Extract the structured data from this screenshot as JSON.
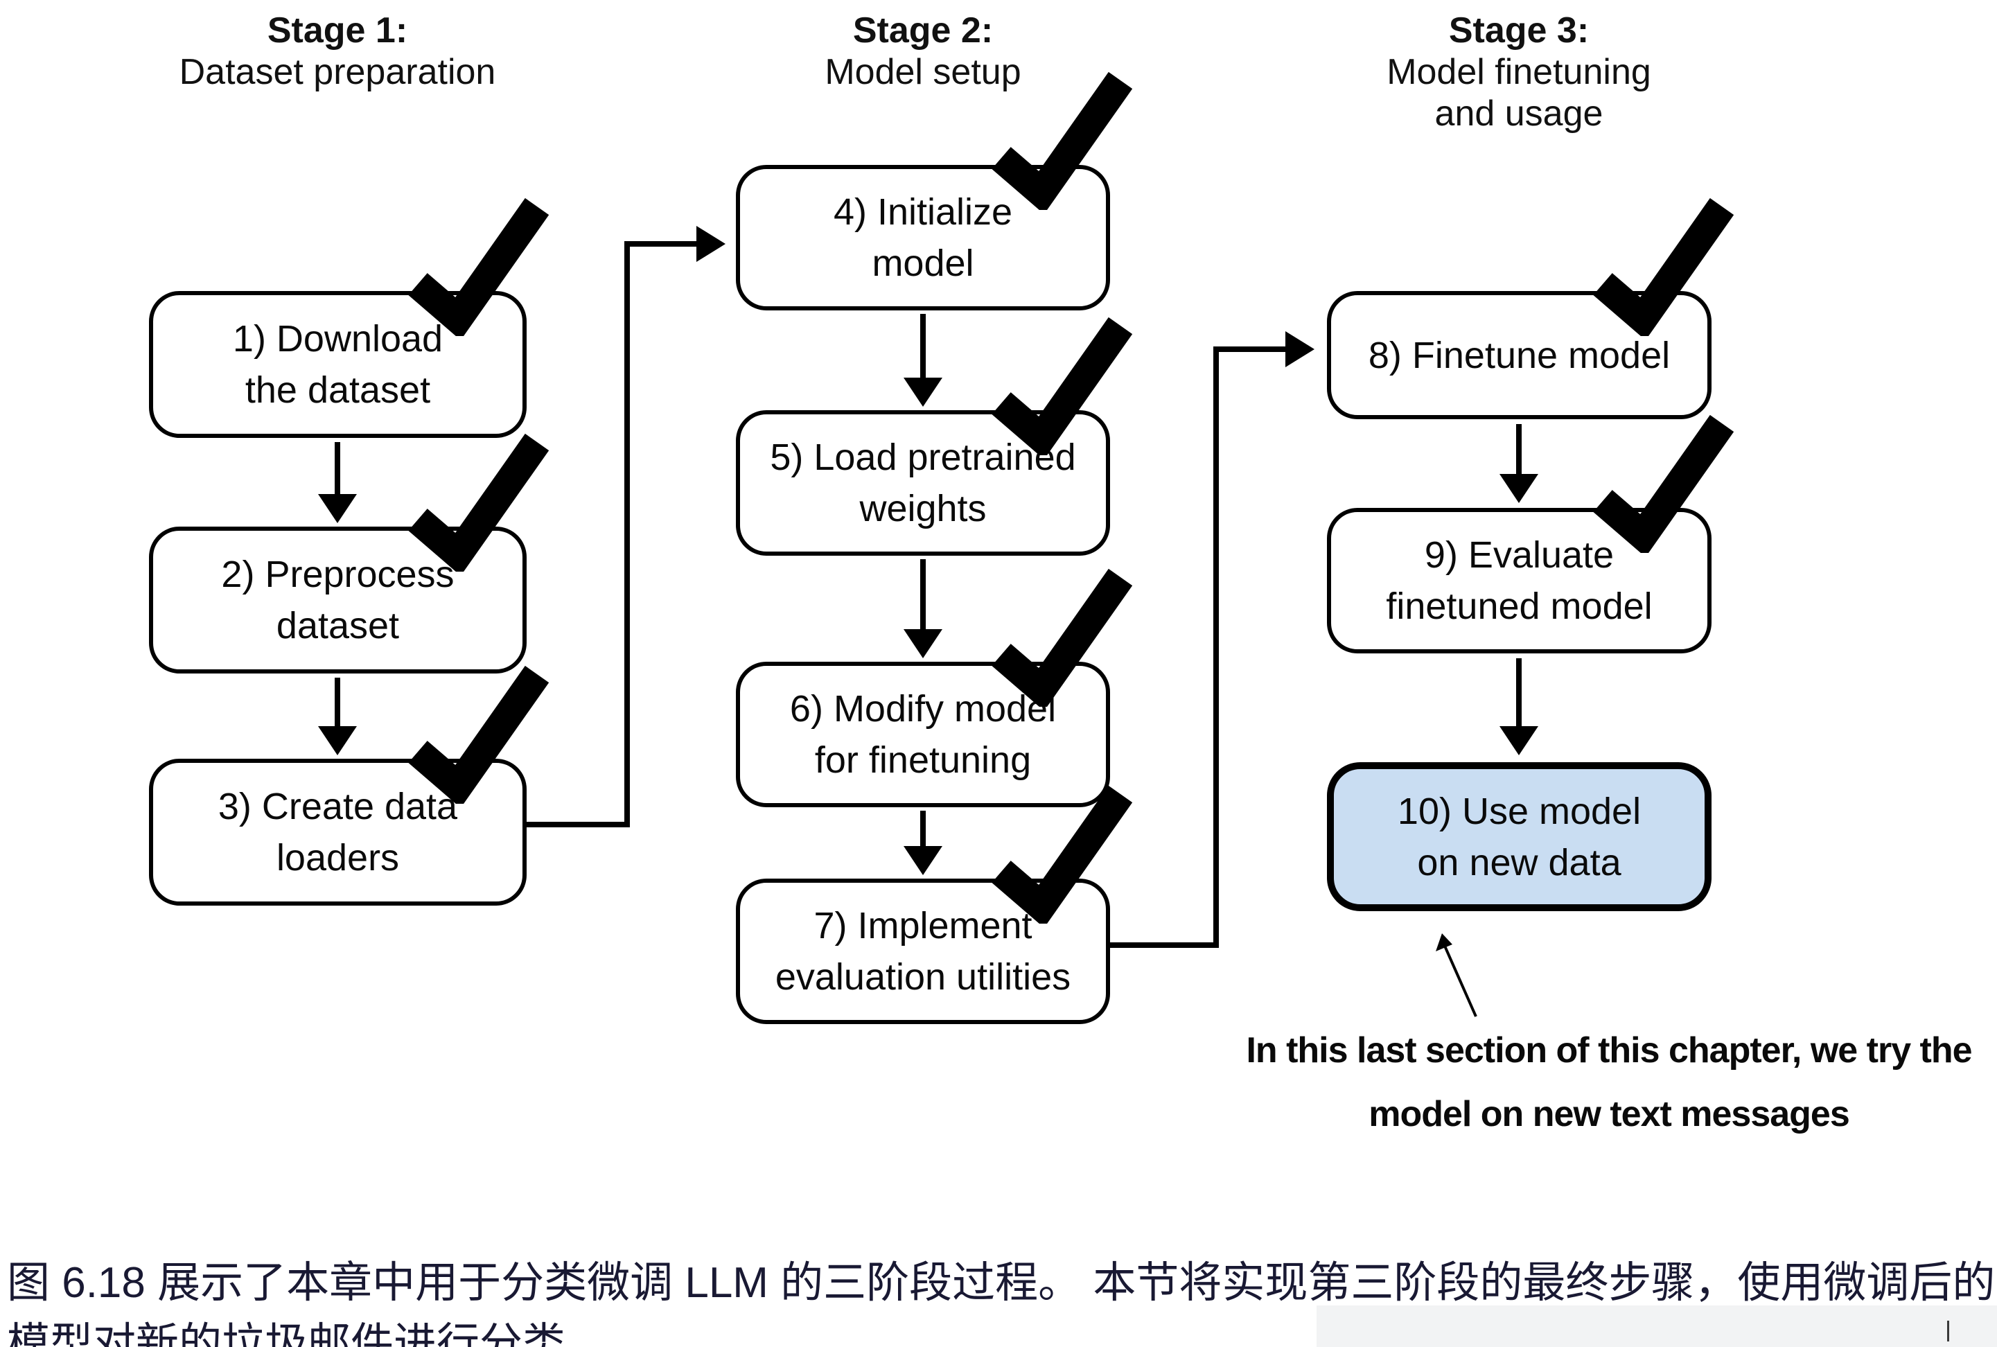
{
  "figure": {
    "stage_headings": [
      {
        "title": "Stage 1:",
        "line2": "Dataset preparation",
        "line3": ""
      },
      {
        "title": "Stage 2:",
        "line2": "Model setup",
        "line3": ""
      },
      {
        "title": "Stage 3:",
        "line2": "Model finetuning",
        "line3": "and usage"
      }
    ],
    "boxes": [
      {
        "line1": "1) Download",
        "line2": "the dataset",
        "checked": true,
        "highlighted": false
      },
      {
        "line1": "2) Preprocess",
        "line2": "dataset",
        "checked": true,
        "highlighted": false
      },
      {
        "line1": "3) Create data",
        "line2": "loaders",
        "checked": true,
        "highlighted": false
      },
      {
        "line1": "4) Initialize",
        "line2": "model",
        "checked": true,
        "highlighted": false
      },
      {
        "line1": "5) Load pretrained",
        "line2": "weights",
        "checked": true,
        "highlighted": false
      },
      {
        "line1": "6) Modify model",
        "line2": "for finetuning",
        "checked": true,
        "highlighted": false
      },
      {
        "line1": "7) Implement",
        "line2": "evaluation utilities",
        "checked": true,
        "highlighted": false
      },
      {
        "line1": "8) Finetune model",
        "line2": "",
        "checked": true,
        "highlighted": false
      },
      {
        "line1": "9) Evaluate",
        "line2": "finetuned model",
        "checked": true,
        "highlighted": false
      },
      {
        "line1": "10) Use model",
        "line2": "on new data",
        "checked": false,
        "highlighted": true
      }
    ],
    "annotation": {
      "line1": "In this last section of this chapter, we try the",
      "line2": "model on new text messages"
    },
    "colors": {
      "highlight_fill": "#c9ddf2",
      "stroke": "#000000"
    }
  },
  "caption": {
    "line1": "图 6.18 展示了本章中用于分类微调 LLM 的三阶段过程。 本节将实现第三阶段的最终步骤，使用微调后的",
    "line2": "模型对新的垃圾邮件进行分类。",
    "color": "#191933"
  }
}
